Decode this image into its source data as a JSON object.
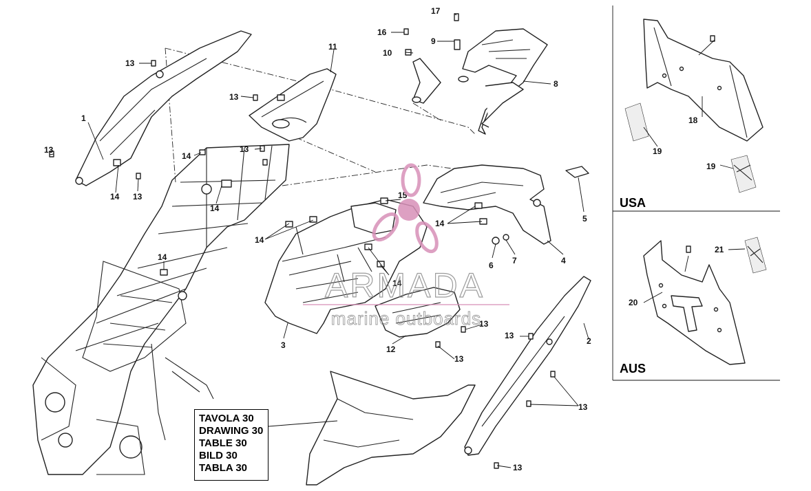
{
  "diagram": {
    "callouts": [
      "1",
      "2",
      "3",
      "4",
      "5",
      "6",
      "7",
      "8",
      "9",
      "10",
      "11",
      "12",
      "13",
      "14",
      "15",
      "16",
      "17",
      "18",
      "19",
      "20",
      "21"
    ],
    "table_labels": [
      "TAVOLA 30",
      "DRAWING 30",
      "TABLE 30",
      "BILD 30",
      "TABLA 30"
    ],
    "regions": {
      "usa": "USA",
      "aus": "AUS"
    },
    "watermark": {
      "brand": "ARMADA",
      "tagline": "marine outboards"
    },
    "colors": {
      "line": "#222222",
      "watermark": "#d890b8",
      "watermark_text": "#8a8a8a"
    }
  }
}
